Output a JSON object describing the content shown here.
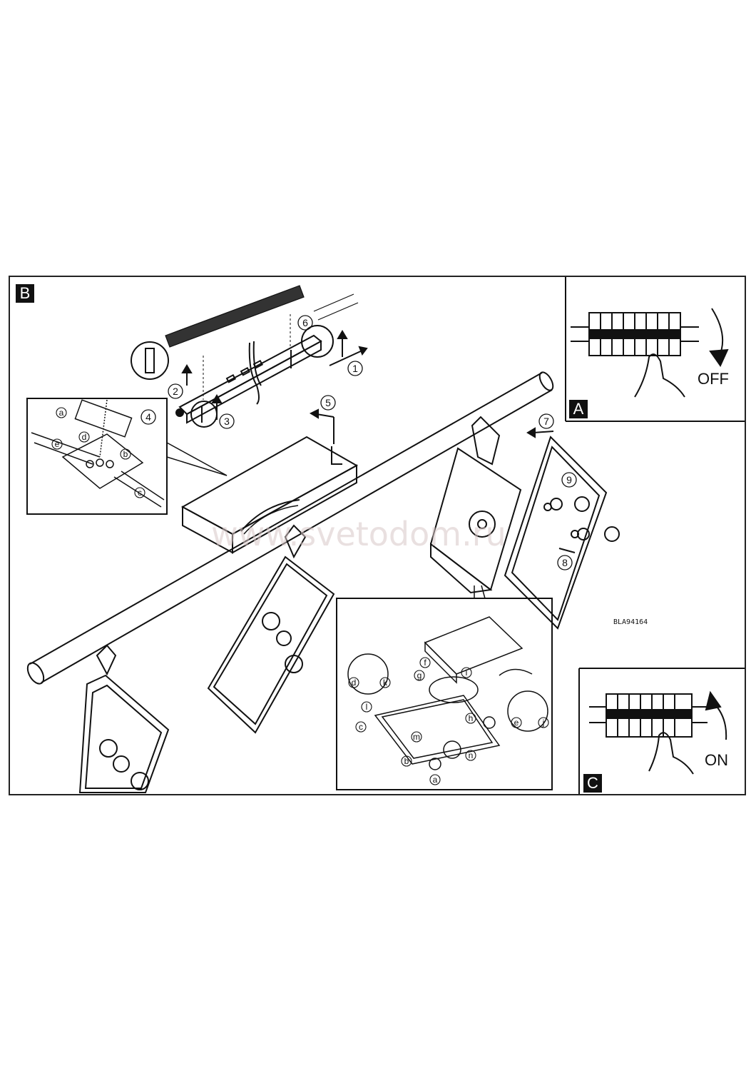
{
  "panels": {
    "main_label": "B",
    "off_label": "A",
    "on_label": "C",
    "off_text": "OFF",
    "on_text": "ON"
  },
  "steps": [
    "1",
    "2",
    "3",
    "4",
    "5",
    "6",
    "7",
    "8",
    "9"
  ],
  "detail_letters": {
    "wiring": [
      "a",
      "b",
      "c",
      "d",
      "e"
    ],
    "assembly": [
      "a",
      "b",
      "c",
      "d",
      "e",
      "f",
      "g",
      "h",
      "i",
      "j",
      "k",
      "l",
      "m",
      "n"
    ]
  },
  "model_code": "BLA94164",
  "watermark": "www.svetodom.ru"
}
